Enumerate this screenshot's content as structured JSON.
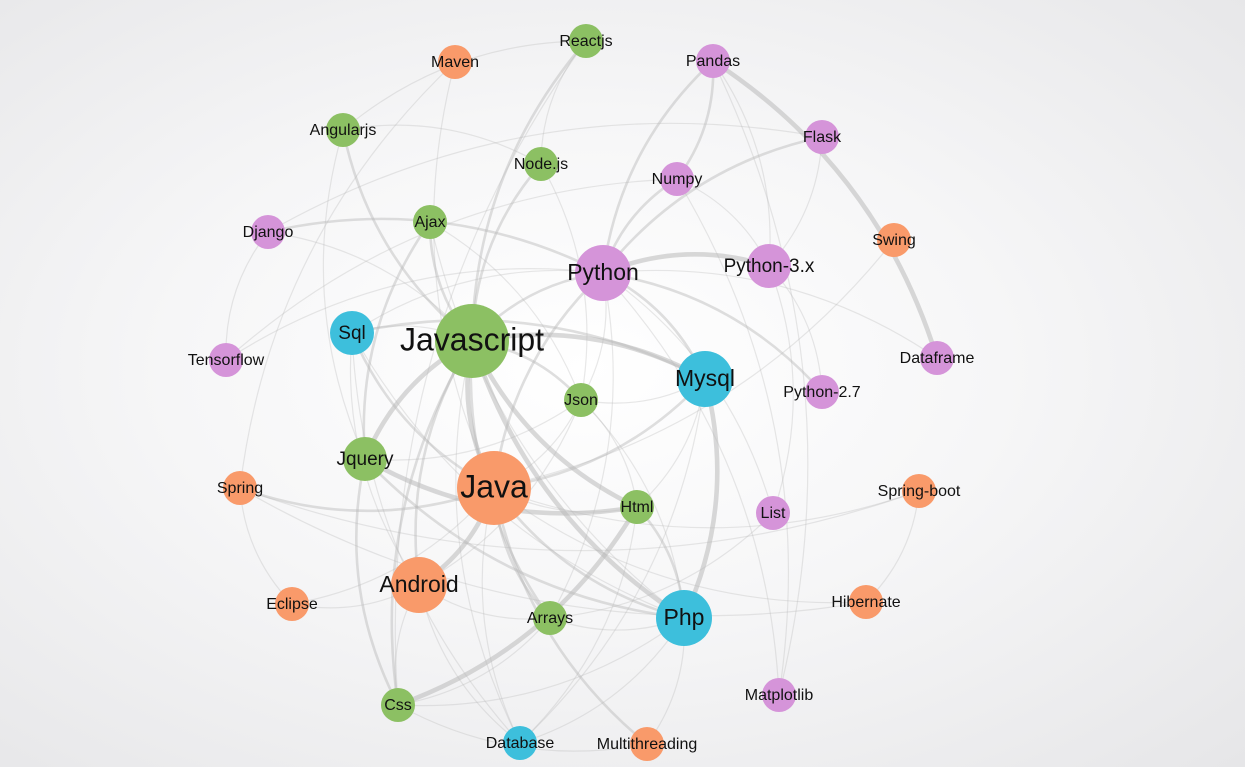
{
  "colors": {
    "green": "#8cc063",
    "orange": "#f99a6a",
    "pink": "#d594d9",
    "cyan": "#3dbfdc"
  },
  "nodes": [
    {
      "id": "reactjs",
      "label": "Reactjs",
      "group": "green",
      "size": "small"
    },
    {
      "id": "maven",
      "label": "Maven",
      "group": "orange",
      "size": "small"
    },
    {
      "id": "pandas",
      "label": "Pandas",
      "group": "pink",
      "size": "small"
    },
    {
      "id": "angularjs",
      "label": "Angularjs",
      "group": "green",
      "size": "small"
    },
    {
      "id": "flask",
      "label": "Flask",
      "group": "pink",
      "size": "small"
    },
    {
      "id": "nodejs",
      "label": "Node.js",
      "group": "green",
      "size": "small"
    },
    {
      "id": "numpy",
      "label": "Numpy",
      "group": "pink",
      "size": "small"
    },
    {
      "id": "django",
      "label": "Django",
      "group": "pink",
      "size": "small"
    },
    {
      "id": "ajax",
      "label": "Ajax",
      "group": "green",
      "size": "small"
    },
    {
      "id": "swing",
      "label": "Swing",
      "group": "orange",
      "size": "small"
    },
    {
      "id": "python",
      "label": "Python",
      "group": "pink",
      "size": "large"
    },
    {
      "id": "python3x",
      "label": "Python-3.x",
      "group": "pink",
      "size": "medium"
    },
    {
      "id": "sql",
      "label": "Sql",
      "group": "cyan",
      "size": "medium"
    },
    {
      "id": "javascript",
      "label": "Javascript",
      "group": "green",
      "size": "xlarge"
    },
    {
      "id": "tensorflow",
      "label": "Tensorflow",
      "group": "pink",
      "size": "small"
    },
    {
      "id": "mysql",
      "label": "Mysql",
      "group": "cyan",
      "size": "large"
    },
    {
      "id": "dataframe",
      "label": "Dataframe",
      "group": "pink",
      "size": "small"
    },
    {
      "id": "json",
      "label": "Json",
      "group": "green",
      "size": "small"
    },
    {
      "id": "python27",
      "label": "Python-2.7",
      "group": "pink",
      "size": "small"
    },
    {
      "id": "jquery",
      "label": "Jquery",
      "group": "green",
      "size": "medium"
    },
    {
      "id": "java",
      "label": "Java",
      "group": "orange",
      "size": "xlarge"
    },
    {
      "id": "spring",
      "label": "Spring",
      "group": "orange",
      "size": "small"
    },
    {
      "id": "html",
      "label": "Html",
      "group": "green",
      "size": "small"
    },
    {
      "id": "springboot",
      "label": "Spring-boot",
      "group": "orange",
      "size": "small"
    },
    {
      "id": "list",
      "label": "List",
      "group": "pink",
      "size": "small"
    },
    {
      "id": "android",
      "label": "Android",
      "group": "orange",
      "size": "large"
    },
    {
      "id": "eclipse",
      "label": "Eclipse",
      "group": "orange",
      "size": "small"
    },
    {
      "id": "arrays",
      "label": "Arrays",
      "group": "green",
      "size": "small"
    },
    {
      "id": "php",
      "label": "Php",
      "group": "cyan",
      "size": "large"
    },
    {
      "id": "hibernate",
      "label": "Hibernate",
      "group": "orange",
      "size": "small"
    },
    {
      "id": "matplotlib",
      "label": "Matplotlib",
      "group": "pink",
      "size": "small"
    },
    {
      "id": "css",
      "label": "Css",
      "group": "green",
      "size": "small"
    },
    {
      "id": "database",
      "label": "Database",
      "group": "cyan",
      "size": "small"
    },
    {
      "id": "multithreading",
      "label": "Multithreading",
      "group": "orange",
      "size": "small"
    }
  ],
  "edges": [
    [
      "javascript",
      "java",
      "heavy"
    ],
    [
      "javascript",
      "jquery",
      "heavy"
    ],
    [
      "javascript",
      "html",
      "heavy"
    ],
    [
      "javascript",
      "php",
      "heavy"
    ],
    [
      "javascript",
      "mysql",
      "heavy"
    ],
    [
      "javascript",
      "python",
      "medium"
    ],
    [
      "javascript",
      "ajax",
      "medium"
    ],
    [
      "javascript",
      "angularjs",
      "medium"
    ],
    [
      "javascript",
      "reactjs",
      "medium"
    ],
    [
      "javascript",
      "nodejs",
      "medium"
    ],
    [
      "javascript",
      "css",
      "medium"
    ],
    [
      "javascript",
      "json",
      "medium"
    ],
    [
      "javascript",
      "arrays",
      "medium"
    ],
    [
      "javascript",
      "sql",
      "light"
    ],
    [
      "javascript",
      "android",
      "medium"
    ],
    [
      "javascript",
      "django",
      "light"
    ],
    [
      "javascript",
      "database",
      "light"
    ],
    [
      "java",
      "android",
      "heavy"
    ],
    [
      "java",
      "spring",
      "medium"
    ],
    [
      "java",
      "mysql",
      "medium"
    ],
    [
      "java",
      "sql",
      "medium"
    ],
    [
      "java",
      "arrays",
      "medium"
    ],
    [
      "java",
      "eclipse",
      "light"
    ],
    [
      "java",
      "hibernate",
      "light"
    ],
    [
      "java",
      "multithreading",
      "medium"
    ],
    [
      "java",
      "swing",
      "light"
    ],
    [
      "java",
      "maven",
      "light"
    ],
    [
      "java",
      "springboot",
      "light"
    ],
    [
      "java",
      "python",
      "medium"
    ],
    [
      "java",
      "php",
      "medium"
    ],
    [
      "java",
      "database",
      "light"
    ],
    [
      "java",
      "json",
      "light"
    ],
    [
      "java",
      "html",
      "light"
    ],
    [
      "python",
      "pandas",
      "medium"
    ],
    [
      "python",
      "numpy",
      "medium"
    ],
    [
      "python",
      "django",
      "medium"
    ],
    [
      "python",
      "flask",
      "medium"
    ],
    [
      "python",
      "python3x",
      "heavy"
    ],
    [
      "python",
      "python27",
      "medium"
    ],
    [
      "python",
      "dataframe",
      "light"
    ],
    [
      "python",
      "list",
      "light"
    ],
    [
      "python",
      "matplotlib",
      "light"
    ],
    [
      "python",
      "tensorflow",
      "light"
    ],
    [
      "python",
      "json",
      "light"
    ],
    [
      "python",
      "mysql",
      "medium"
    ],
    [
      "python",
      "arrays",
      "light"
    ],
    [
      "python",
      "sql",
      "light"
    ],
    [
      "pandas",
      "dataframe",
      "heavy"
    ],
    [
      "pandas",
      "numpy",
      "medium"
    ],
    [
      "pandas",
      "python3x",
      "light"
    ],
    [
      "numpy",
      "matplotlib",
      "light"
    ],
    [
      "numpy",
      "tensorflow",
      "light"
    ],
    [
      "numpy",
      "python3x",
      "light"
    ],
    [
      "flask",
      "python3x",
      "light"
    ],
    [
      "python3x",
      "list",
      "light"
    ],
    [
      "python3x",
      "python27",
      "light"
    ],
    [
      "mysql",
      "php",
      "heavy"
    ],
    [
      "mysql",
      "sql",
      "medium"
    ],
    [
      "mysql",
      "database",
      "light"
    ],
    [
      "mysql",
      "json",
      "light"
    ],
    [
      "mysql",
      "html",
      "light"
    ],
    [
      "php",
      "html",
      "medium"
    ],
    [
      "php",
      "jquery",
      "medium"
    ],
    [
      "php",
      "ajax",
      "light"
    ],
    [
      "php",
      "arrays",
      "light"
    ],
    [
      "php",
      "database",
      "light"
    ],
    [
      "php",
      "json",
      "light"
    ],
    [
      "php",
      "sql",
      "light"
    ],
    [
      "php",
      "css",
      "light"
    ],
    [
      "jquery",
      "ajax",
      "medium"
    ],
    [
      "jquery",
      "html",
      "heavy"
    ],
    [
      "jquery",
      "css",
      "medium"
    ],
    [
      "jquery",
      "json",
      "light"
    ],
    [
      "jquery",
      "angularjs",
      "light"
    ],
    [
      "html",
      "css",
      "heavy"
    ],
    [
      "html",
      "json",
      "light"
    ],
    [
      "android",
      "json",
      "light"
    ],
    [
      "android",
      "sql",
      "light"
    ],
    [
      "android",
      "eclipse",
      "light"
    ],
    [
      "android",
      "css",
      "light"
    ],
    [
      "android",
      "arrays",
      "light"
    ],
    [
      "android",
      "database",
      "light"
    ],
    [
      "spring",
      "springboot",
      "light"
    ],
    [
      "spring",
      "hibernate",
      "light"
    ],
    [
      "spring",
      "maven",
      "light"
    ],
    [
      "springboot",
      "hibernate",
      "light"
    ],
    [
      "angularjs",
      "nodejs",
      "light"
    ],
    [
      "angularjs",
      "reactjs",
      "light"
    ],
    [
      "reactjs",
      "nodejs",
      "light"
    ],
    [
      "nodejs",
      "json",
      "light"
    ],
    [
      "ajax",
      "json",
      "light"
    ],
    [
      "django",
      "flask",
      "light"
    ],
    [
      "sql",
      "database",
      "light"
    ],
    [
      "arrays",
      "list",
      "light"
    ],
    [
      "css",
      "reactjs",
      "light"
    ],
    [
      "css",
      "arrays",
      "light"
    ],
    [
      "multithreading",
      "php",
      "light"
    ],
    [
      "eclipse",
      "spring",
      "light"
    ],
    [
      "tensorflow",
      "django",
      "light"
    ],
    [
      "matplotlib",
      "pandas",
      "light"
    ],
    [
      "multithreading",
      "css",
      "light"
    ],
    [
      "database",
      "html",
      "light"
    ]
  ]
}
